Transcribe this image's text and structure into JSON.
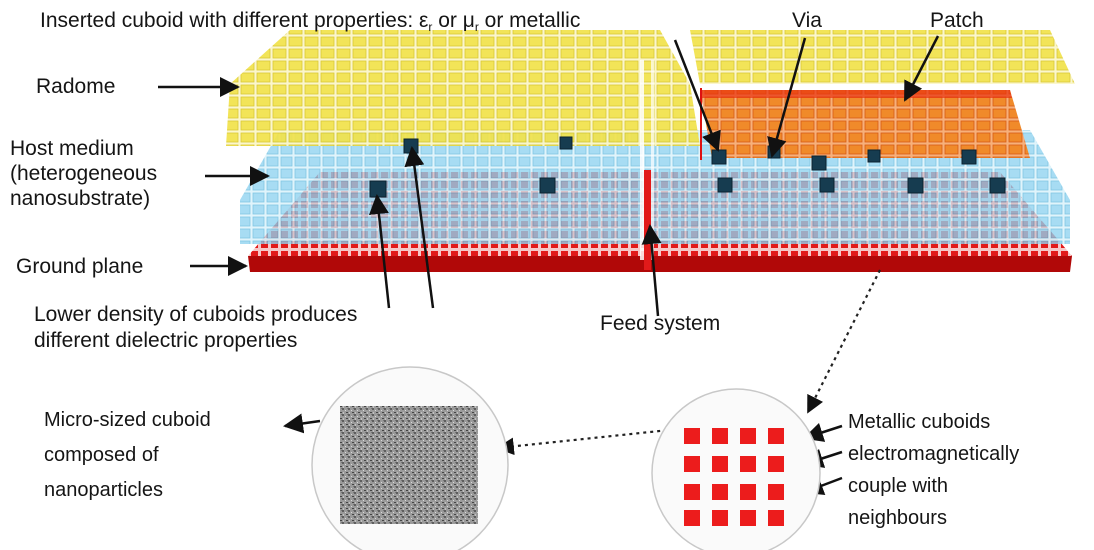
{
  "labels": {
    "inserted_cuboid_a": "Inserted cuboid with different properties: ε",
    "inserted_cuboid_sub1": "r",
    "inserted_cuboid_b": " or μ",
    "inserted_cuboid_sub2": "r",
    "inserted_cuboid_c": " or metallic",
    "via": "Via",
    "patch": "Patch",
    "radome": "Radome",
    "host_medium": "Host medium",
    "host_medium_2": "(heterogeneous",
    "host_medium_3": "nanosubstrate)",
    "ground_plane": "Ground plane",
    "lower_density_1": "Lower density of cuboids produces",
    "lower_density_2": "different dielectric properties",
    "feed_system": "Feed system",
    "micro_cuboid_1": "Micro-sized cuboid",
    "micro_cuboid_2": "composed of",
    "micro_cuboid_3": "nanoparticles",
    "metallic_cuboids_1": "Metallic cuboids",
    "metallic_cuboids_2": "electromagnetically",
    "metallic_cuboids_3": "couple with",
    "metallic_cuboids_4": "neighbours"
  },
  "colors": {
    "radome": "#f4e64a",
    "host": "#8fd3f0",
    "ground": "#e01212",
    "patch": "#f07a1a",
    "inserted": "#123a50"
  }
}
